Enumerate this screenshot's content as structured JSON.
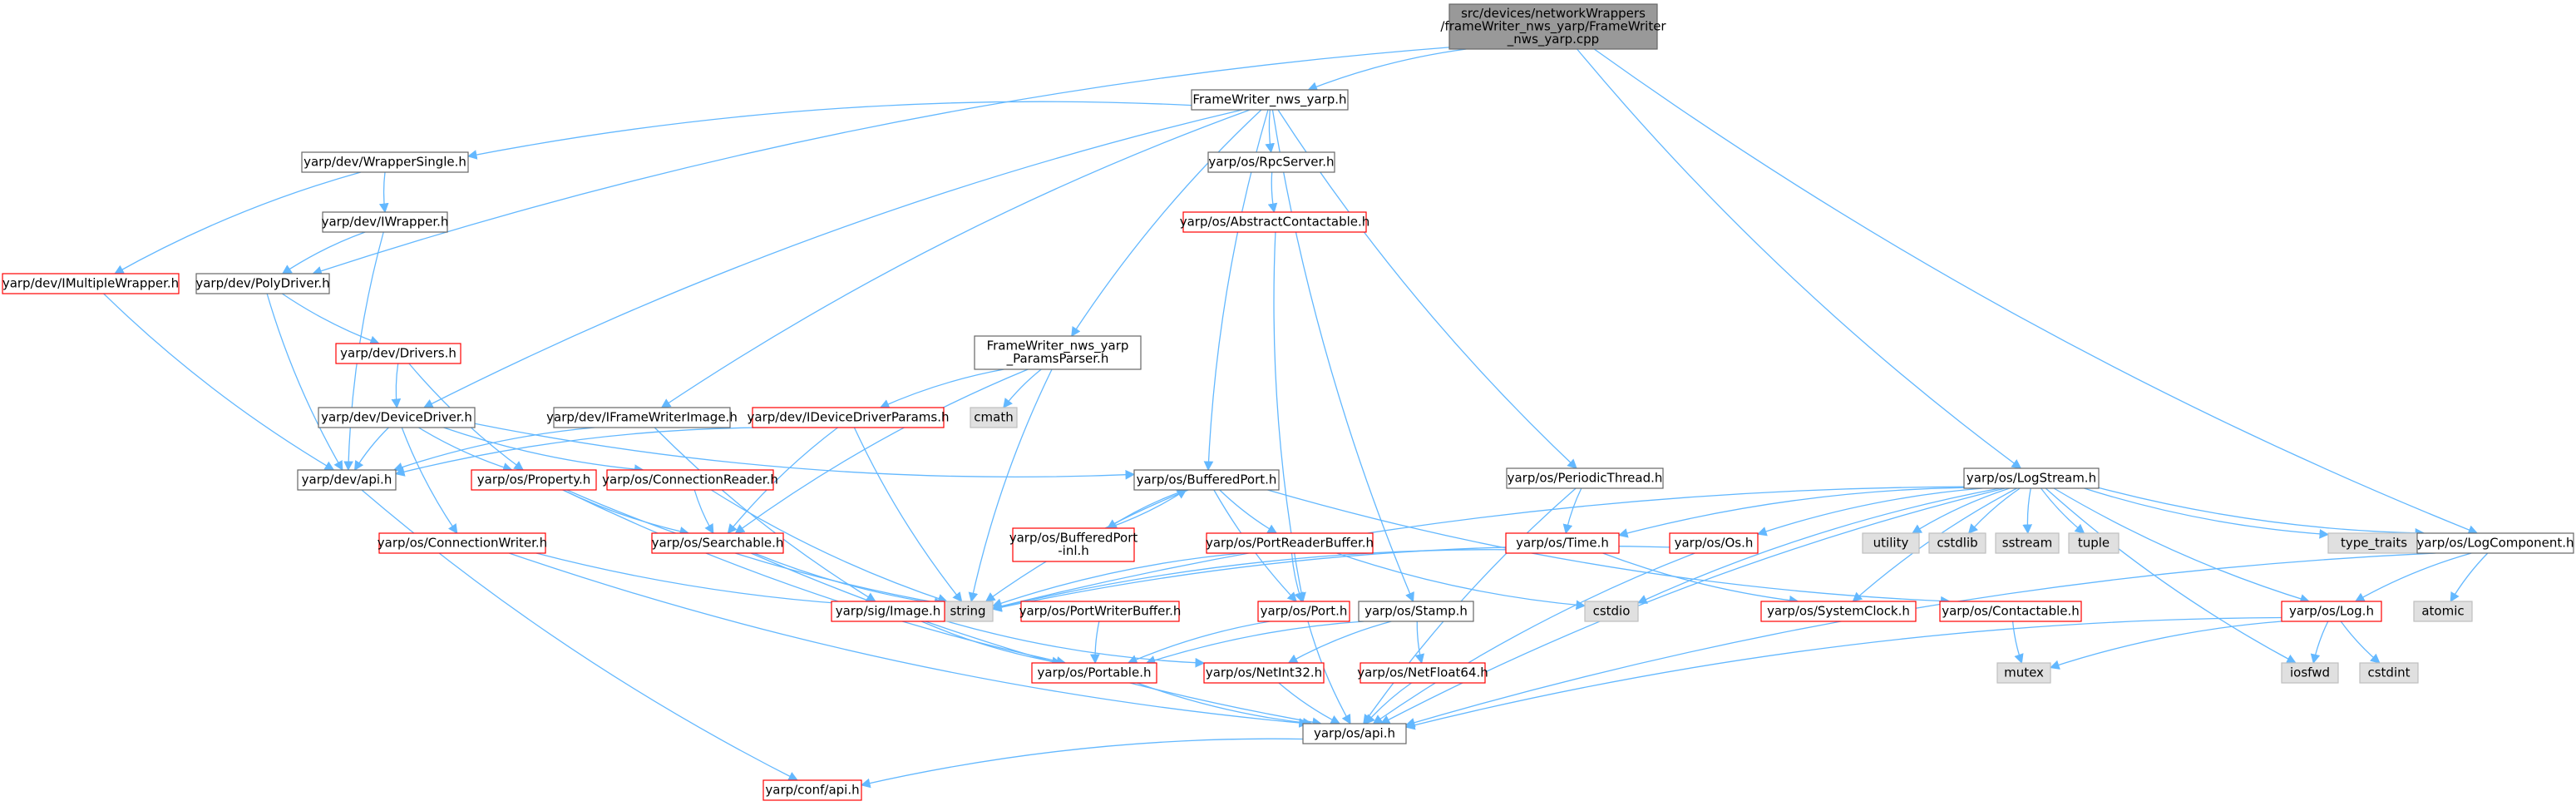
{
  "colors": {
    "edge": "#63b8ff",
    "box_border_normal": "#666666",
    "box_border_red": "#ff0000",
    "box_border_root": "#666666",
    "fill_normal": "#ffffff",
    "fill_root": "#999999",
    "fill_gray": "#e0e0e0",
    "text": "#000000"
  },
  "nodes": [
    {
      "id": "root",
      "lines": [
        "src/devices/networkWrappers",
        "/frameWriter_nws_yarp/FrameWriter",
        "_nws_yarp.cpp"
      ],
      "style": "root"
    },
    {
      "id": "fw_h",
      "lines": [
        "FrameWriter_nws_yarp.h"
      ],
      "style": "normal"
    },
    {
      "id": "wrapper_single",
      "lines": [
        "yarp/dev/WrapperSingle.h"
      ],
      "style": "normal"
    },
    {
      "id": "rpcserver",
      "lines": [
        "yarp/os/RpcServer.h"
      ],
      "style": "normal"
    },
    {
      "id": "iwrapper",
      "lines": [
        "yarp/dev/IWrapper.h"
      ],
      "style": "normal"
    },
    {
      "id": "abstract_contactable",
      "lines": [
        "yarp/os/AbstractContactable.h"
      ],
      "style": "red"
    },
    {
      "id": "imultiple",
      "lines": [
        "yarp/dev/IMultipleWrapper.h"
      ],
      "style": "red"
    },
    {
      "id": "polydriver",
      "lines": [
        "yarp/dev/PolyDriver.h"
      ],
      "style": "normal"
    },
    {
      "id": "drivers",
      "lines": [
        "yarp/dev/Drivers.h"
      ],
      "style": "red"
    },
    {
      "id": "params_parser",
      "lines": [
        "FrameWriter_nws_yarp",
        "_ParamsParser.h"
      ],
      "style": "normal"
    },
    {
      "id": "devicedriver",
      "lines": [
        "yarp/dev/DeviceDriver.h"
      ],
      "style": "normal"
    },
    {
      "id": "iframewriter",
      "lines": [
        "yarp/dev/IFrameWriterImage.h"
      ],
      "style": "normal"
    },
    {
      "id": "idevparams",
      "lines": [
        "yarp/dev/IDeviceDriverParams.h"
      ],
      "style": "red"
    },
    {
      "id": "cmath",
      "lines": [
        "cmath"
      ],
      "style": "gray"
    },
    {
      "id": "periodic",
      "lines": [
        "yarp/os/PeriodicThread.h"
      ],
      "style": "normal"
    },
    {
      "id": "logstream",
      "lines": [
        "yarp/os/LogStream.h"
      ],
      "style": "normal"
    },
    {
      "id": "dev_api",
      "lines": [
        "yarp/dev/api.h"
      ],
      "style": "normal"
    },
    {
      "id": "property",
      "lines": [
        "yarp/os/Property.h"
      ],
      "style": "red"
    },
    {
      "id": "connreader",
      "lines": [
        "yarp/os/ConnectionReader.h"
      ],
      "style": "red"
    },
    {
      "id": "bufferedport",
      "lines": [
        "yarp/os/BufferedPort.h"
      ],
      "style": "normal"
    },
    {
      "id": "bufferedport_inl",
      "lines": [
        "yarp/os/BufferedPort",
        "-inl.h"
      ],
      "style": "red"
    },
    {
      "id": "portreaderbuffer",
      "lines": [
        "yarp/os/PortReaderBuffer.h"
      ],
      "style": "red"
    },
    {
      "id": "time",
      "lines": [
        "yarp/os/Time.h"
      ],
      "style": "red"
    },
    {
      "id": "os_h",
      "lines": [
        "yarp/os/Os.h"
      ],
      "style": "red"
    },
    {
      "id": "utility",
      "lines": [
        "utility"
      ],
      "style": "gray"
    },
    {
      "id": "cstdlib",
      "lines": [
        "cstdlib"
      ],
      "style": "gray"
    },
    {
      "id": "sstream",
      "lines": [
        "sstream"
      ],
      "style": "gray"
    },
    {
      "id": "tuple",
      "lines": [
        "tuple"
      ],
      "style": "gray"
    },
    {
      "id": "type_traits",
      "lines": [
        "type_traits"
      ],
      "style": "gray"
    },
    {
      "id": "logcomponent",
      "lines": [
        "yarp/os/LogComponent.h"
      ],
      "style": "normal"
    },
    {
      "id": "connwriter",
      "lines": [
        "yarp/os/ConnectionWriter.h"
      ],
      "style": "red"
    },
    {
      "id": "searchable",
      "lines": [
        "yarp/os/Searchable.h"
      ],
      "style": "red"
    },
    {
      "id": "string",
      "lines": [
        "string"
      ],
      "style": "gray"
    },
    {
      "id": "sig_image",
      "lines": [
        "yarp/sig/Image.h"
      ],
      "style": "red"
    },
    {
      "id": "portwriterbuffer",
      "lines": [
        "yarp/os/PortWriterBuffer.h"
      ],
      "style": "red"
    },
    {
      "id": "port",
      "lines": [
        "yarp/os/Port.h"
      ],
      "style": "red"
    },
    {
      "id": "stamp",
      "lines": [
        "yarp/os/Stamp.h"
      ],
      "style": "normal"
    },
    {
      "id": "cstdio",
      "lines": [
        "cstdio"
      ],
      "style": "gray"
    },
    {
      "id": "systemclock",
      "lines": [
        "yarp/os/SystemClock.h"
      ],
      "style": "red"
    },
    {
      "id": "contactable",
      "lines": [
        "yarp/os/Contactable.h"
      ],
      "style": "red"
    },
    {
      "id": "log",
      "lines": [
        "yarp/os/Log.h"
      ],
      "style": "red"
    },
    {
      "id": "atomic",
      "lines": [
        "atomic"
      ],
      "style": "gray"
    },
    {
      "id": "portable",
      "lines": [
        "yarp/os/Portable.h"
      ],
      "style": "red"
    },
    {
      "id": "netint32",
      "lines": [
        "yarp/os/NetInt32.h"
      ],
      "style": "red"
    },
    {
      "id": "netfloat64",
      "lines": [
        "yarp/os/NetFloat64.h"
      ],
      "style": "red"
    },
    {
      "id": "mutex",
      "lines": [
        "mutex"
      ],
      "style": "gray"
    },
    {
      "id": "iosfwd",
      "lines": [
        "iosfwd"
      ],
      "style": "gray"
    },
    {
      "id": "cstdint",
      "lines": [
        "cstdint"
      ],
      "style": "gray"
    },
    {
      "id": "os_api",
      "lines": [
        "yarp/os/api.h"
      ],
      "style": "normal"
    },
    {
      "id": "conf_api",
      "lines": [
        "yarp/conf/api.h"
      ],
      "style": "red"
    }
  ],
  "edges": [
    [
      "root",
      "fw_h"
    ],
    [
      "root",
      "polydriver"
    ],
    [
      "root",
      "logstream"
    ],
    [
      "root",
      "logcomponent"
    ],
    [
      "fw_h",
      "wrapper_single"
    ],
    [
      "fw_h",
      "rpcserver"
    ],
    [
      "fw_h",
      "params_parser"
    ],
    [
      "fw_h",
      "devicedriver"
    ],
    [
      "fw_h",
      "iframewriter"
    ],
    [
      "fw_h",
      "bufferedport"
    ],
    [
      "fw_h",
      "stamp"
    ],
    [
      "fw_h",
      "periodic"
    ],
    [
      "wrapper_single",
      "iwrapper"
    ],
    [
      "wrapper_single",
      "imultiple"
    ],
    [
      "rpcserver",
      "abstract_contactable"
    ],
    [
      "abstract_contactable",
      "port"
    ],
    [
      "iwrapper",
      "polydriver"
    ],
    [
      "iwrapper",
      "dev_api"
    ],
    [
      "imultiple",
      "dev_api"
    ],
    [
      "polydriver",
      "drivers"
    ],
    [
      "polydriver",
      "dev_api"
    ],
    [
      "drivers",
      "devicedriver"
    ],
    [
      "drivers",
      "property"
    ],
    [
      "params_parser",
      "idevparams"
    ],
    [
      "params_parser",
      "cmath"
    ],
    [
      "params_parser",
      "searchable"
    ],
    [
      "params_parser",
      "string"
    ],
    [
      "devicedriver",
      "dev_api"
    ],
    [
      "devicedriver",
      "property"
    ],
    [
      "devicedriver",
      "connreader"
    ],
    [
      "devicedriver",
      "connwriter"
    ],
    [
      "devicedriver",
      "bufferedport"
    ],
    [
      "iframewriter",
      "dev_api"
    ],
    [
      "iframewriter",
      "sig_image"
    ],
    [
      "idevparams",
      "dev_api"
    ],
    [
      "idevparams",
      "searchable"
    ],
    [
      "idevparams",
      "string"
    ],
    [
      "periodic",
      "time"
    ],
    [
      "periodic",
      "os_api"
    ],
    [
      "logstream",
      "time"
    ],
    [
      "logstream",
      "os_h"
    ],
    [
      "logstream",
      "utility"
    ],
    [
      "logstream",
      "cstdlib"
    ],
    [
      "logstream",
      "sstream"
    ],
    [
      "logstream",
      "tuple"
    ],
    [
      "logstream",
      "type_traits"
    ],
    [
      "logstream",
      "logcomponent"
    ],
    [
      "logstream",
      "log"
    ],
    [
      "logstream",
      "iosfwd"
    ],
    [
      "logstream",
      "string"
    ],
    [
      "logstream",
      "cstdio"
    ],
    [
      "logstream",
      "systemclock"
    ],
    [
      "logstream",
      "os_api"
    ],
    [
      "dev_api",
      "conf_api"
    ],
    [
      "property",
      "searchable"
    ],
    [
      "property",
      "string"
    ],
    [
      "property",
      "portable"
    ],
    [
      "connreader",
      "searchable"
    ],
    [
      "connreader",
      "string"
    ],
    [
      "bufferedport",
      "bufferedport_inl"
    ],
    [
      "bufferedport",
      "portreaderbuffer"
    ],
    [
      "bufferedport",
      "port"
    ],
    [
      "bufferedport",
      "contactable"
    ],
    [
      "bufferedport",
      "string"
    ],
    [
      "bufferedport_inl",
      "bufferedport"
    ],
    [
      "portreaderbuffer",
      "port"
    ],
    [
      "portreaderbuffer",
      "string"
    ],
    [
      "portreaderbuffer",
      "cstdio"
    ],
    [
      "time",
      "systemclock"
    ],
    [
      "time",
      "string"
    ],
    [
      "os_h",
      "string"
    ],
    [
      "os_h",
      "os_api"
    ],
    [
      "logcomponent",
      "log"
    ],
    [
      "logcomponent",
      "atomic"
    ],
    [
      "logcomponent",
      "os_api"
    ],
    [
      "connwriter",
      "string"
    ],
    [
      "connwriter",
      "os_api"
    ],
    [
      "searchable",
      "string"
    ],
    [
      "searchable",
      "os_api"
    ],
    [
      "sig_image",
      "portable"
    ],
    [
      "sig_image",
      "netint32"
    ],
    [
      "portwriterbuffer",
      "portable"
    ],
    [
      "port",
      "portable"
    ],
    [
      "port",
      "os_api"
    ],
    [
      "stamp",
      "portable"
    ],
    [
      "stamp",
      "netint32"
    ],
    [
      "stamp",
      "netfloat64"
    ],
    [
      "contactable",
      "mutex"
    ],
    [
      "log",
      "mutex"
    ],
    [
      "log",
      "iosfwd"
    ],
    [
      "log",
      "cstdint"
    ],
    [
      "log",
      "os_api"
    ],
    [
      "portable",
      "os_api"
    ],
    [
      "netint32",
      "os_api"
    ],
    [
      "netfloat64",
      "os_api"
    ],
    [
      "os_api",
      "conf_api"
    ]
  ]
}
